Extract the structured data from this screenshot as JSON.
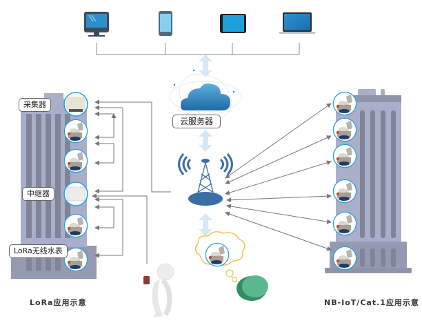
{
  "devices": [
    {
      "name": "desktop-monitor",
      "icon": "monitor-icon"
    },
    {
      "name": "smartphone",
      "icon": "phone-icon"
    },
    {
      "name": "tablet",
      "icon": "tablet-icon"
    },
    {
      "name": "laptop",
      "icon": "laptop-icon"
    }
  ],
  "cloud": {
    "label": "云服务器",
    "icon": "cloud-icon"
  },
  "tower": {
    "icon": "cell-tower-icon"
  },
  "lora": {
    "collector_label": "采集器",
    "repeater_label": "中继器",
    "meter_label": "LoRa无线水表",
    "caption": "LoRa应用示意"
  },
  "nbiot": {
    "caption": "NB-IoT/Cat.1应用示意",
    "meter_count": 6
  },
  "colors": {
    "building": "#a9aec9",
    "building_dark": "#7f8498",
    "cloud": "#2f7fb5",
    "tower": "#3b6ea5",
    "arrow": "#777777",
    "link_arrow": "#d6e8f5",
    "meter_ring": "#29a3dc",
    "thought_bubble": "#f2c14e",
    "manhole": "#3aa57a"
  }
}
